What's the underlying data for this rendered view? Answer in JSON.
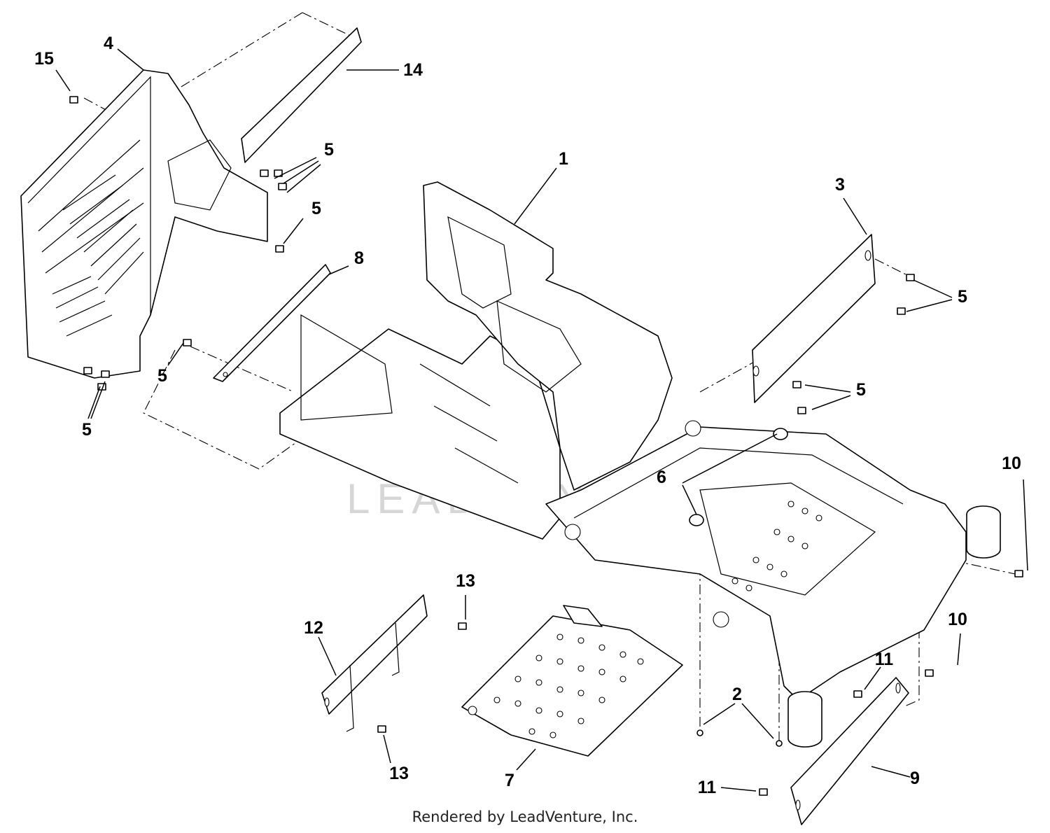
{
  "watermark": "LEADVENTURE",
  "footer": "Rendered by LeadVenture, Inc.",
  "callouts": {
    "c1": "1",
    "c2": "2",
    "c3": "3",
    "c4": "4",
    "c5a": "5",
    "c5b": "5",
    "c5c": "5",
    "c5d": "5",
    "c5e": "5",
    "c5f": "5",
    "c6": "6",
    "c7": "7",
    "c8": "8",
    "c9": "9",
    "c10a": "10",
    "c10b": "10",
    "c11a": "11",
    "c11b": "11",
    "c12": "12",
    "c13a": "13",
    "c13b": "13",
    "c14": "14",
    "c15": "15"
  }
}
